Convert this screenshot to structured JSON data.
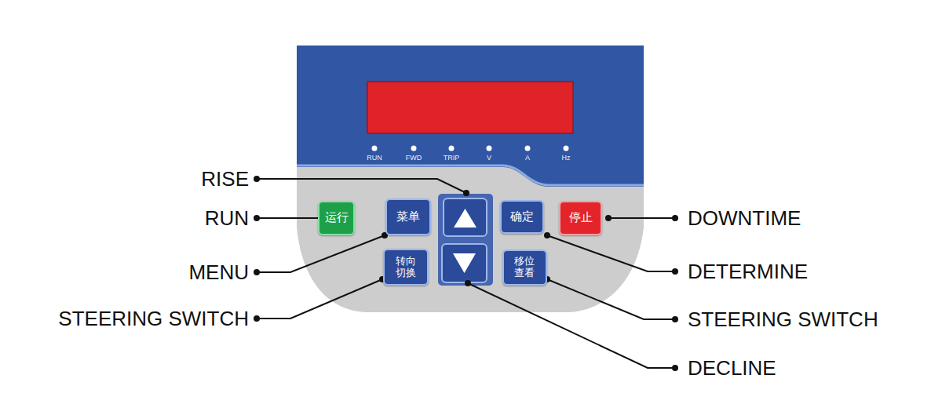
{
  "diagram": {
    "nodes": [
      {
        "text": [
          "运行"
        ]
      },
      {
        "text": [
          "菜单"
        ]
      },
      {
        "text": [
          "确定"
        ]
      },
      {
        "text": [
          "停止"
        ]
      },
      {
        "text": [
          "转向 切换"
        ]
      },
      {
        "text": [
          "移位 查看"
        ]
      }
    ],
    "labels": [
      "RUN",
      "FWD",
      "TRIP",
      "V",
      "A",
      "Hz",
      "RISE",
      "RUN",
      "MENU",
      "STEERING SWITCH",
      "DECLINE",
      "DOWNTIME",
      "DETERMINE",
      "STEERING SWITCH"
    ]
  }
}
